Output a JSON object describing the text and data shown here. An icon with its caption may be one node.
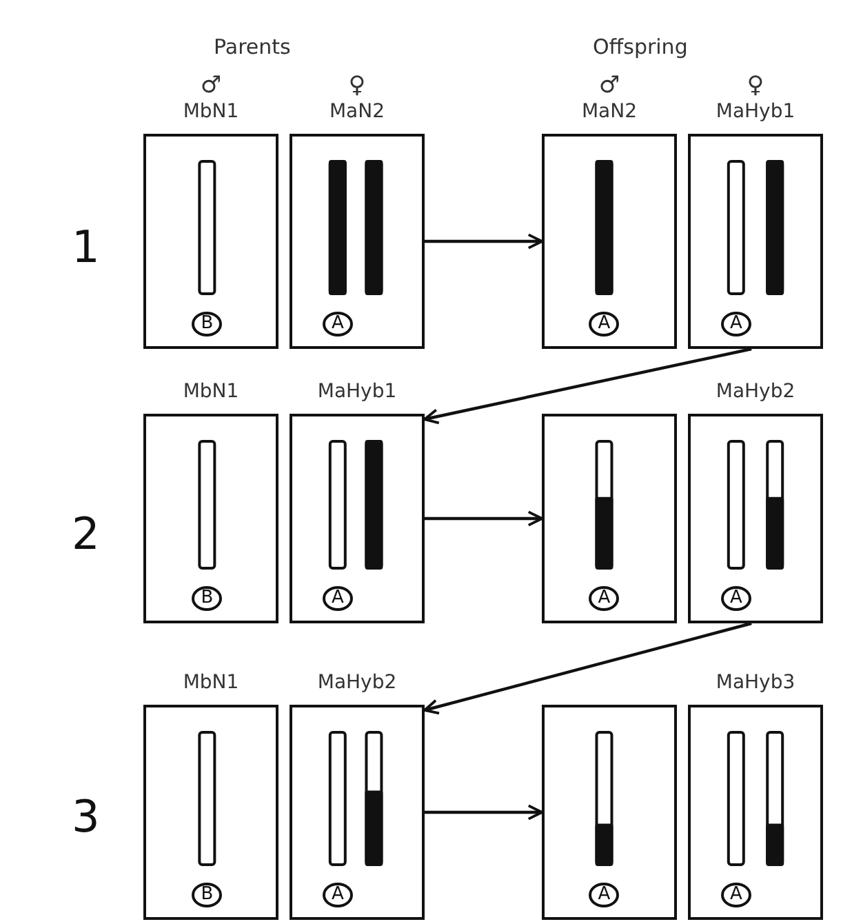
{
  "diagram": {
    "nodes": [
      {
        "text": [
          "♂",
          "MbN1",
          "B"
        ]
      },
      {
        "text": [
          "♀",
          "MaN2",
          "A"
        ]
      },
      {
        "text": [
          "♂",
          "MaN2",
          "A"
        ]
      },
      {
        "text": [
          "♀",
          "MaHyb1",
          "A"
        ]
      },
      {
        "text": [
          "MbN1",
          "B"
        ]
      },
      {
        "text": [
          "MaHyb1",
          "A"
        ]
      },
      {
        "text": [
          "A"
        ]
      },
      {
        "text": [
          "MaHyb2",
          "A"
        ]
      },
      {
        "text": [
          "MbN1",
          "B"
        ]
      },
      {
        "text": [
          "MaHyb2",
          "A"
        ]
      },
      {
        "text": [
          "A"
        ]
      },
      {
        "text": [
          "MaHyb3",
          "A"
        ]
      }
    ],
    "edges": [
      {
        "from": 1,
        "to": 2,
        "arrow": "to"
      },
      {
        "from": 3,
        "to": 5,
        "arrow": "to"
      },
      {
        "from": 5,
        "to": 6,
        "arrow": "to"
      },
      {
        "from": 7,
        "to": 9,
        "arrow": "to"
      },
      {
        "from": 9,
        "to": 10,
        "arrow": "to"
      }
    ],
    "labels": [
      "Parents",
      "Offspring",
      "1",
      "2",
      "3"
    ]
  }
}
